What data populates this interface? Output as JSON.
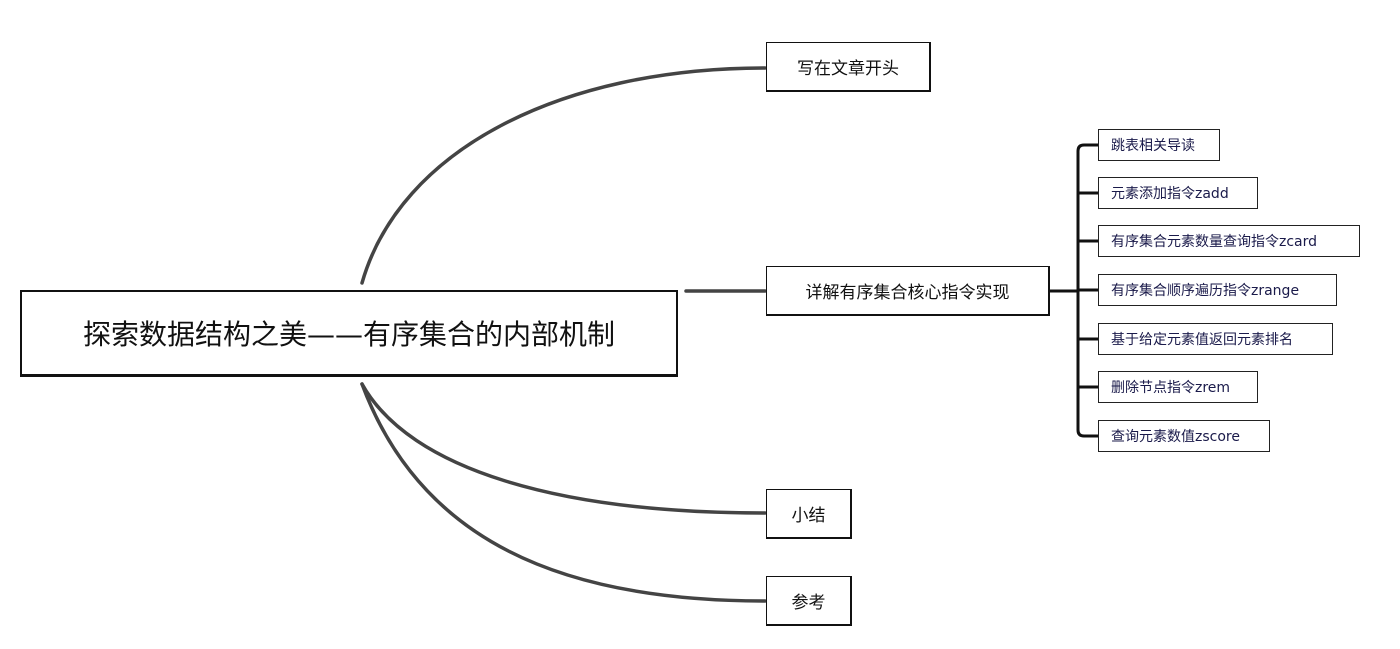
{
  "root": {
    "label": "探索数据结构之美——有序集合的内部机制"
  },
  "branches": [
    {
      "label": "写在文章开头"
    },
    {
      "label": "详解有序集合核心指令实现",
      "children": [
        {
          "label": "跳表相关导读"
        },
        {
          "label": "元素添加指令zadd"
        },
        {
          "label": "有序集合元素数量查询指令zcard"
        },
        {
          "label": "有序集合顺序遍历指令zrange"
        },
        {
          "label": "基于给定元素值返回元素排名"
        },
        {
          "label": "删除节点指令zrem"
        },
        {
          "label": "查询元素数值zscore"
        }
      ]
    },
    {
      "label": "小结"
    },
    {
      "label": "参考"
    }
  ],
  "colors": {
    "line": "#444444",
    "border": "#111111"
  }
}
